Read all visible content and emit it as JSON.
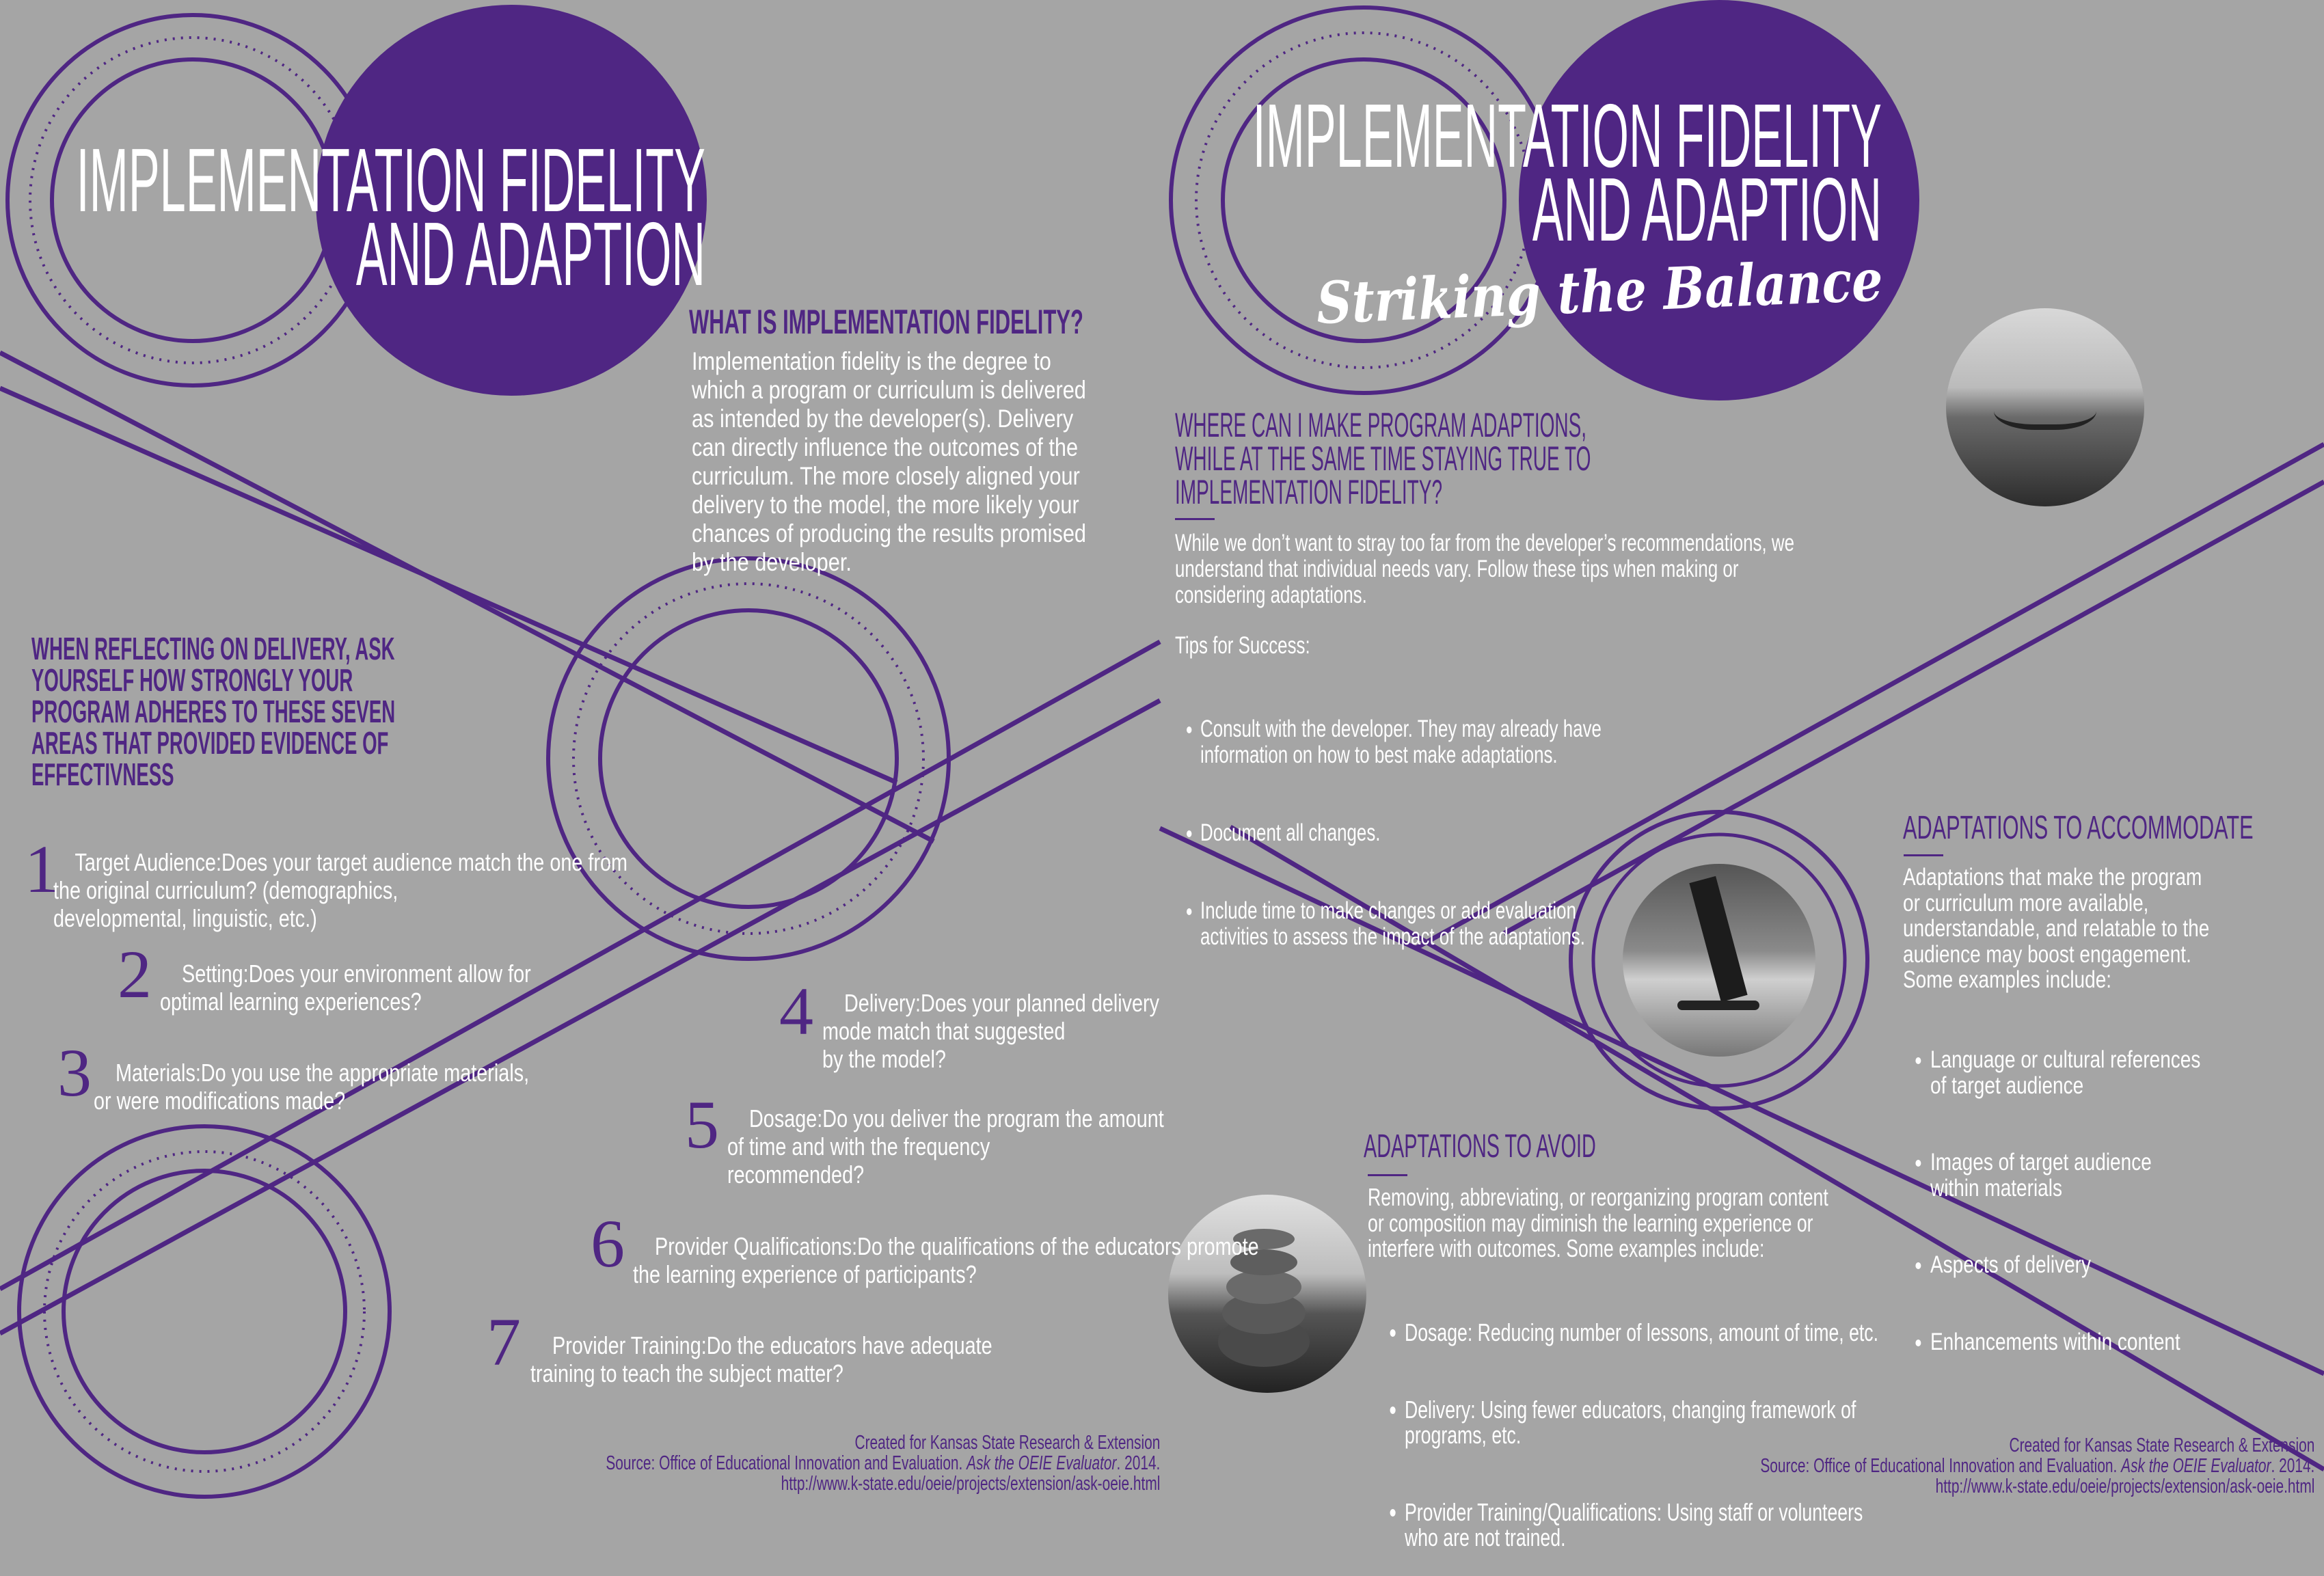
{
  "colors": {
    "background": "#a5a5a5",
    "purple": "#4f2683",
    "text": "#ffffff"
  },
  "left_panel": {
    "title": "IMPLEMENTATION FIDELITY\nAND ADAPTION",
    "what_is": {
      "heading": "WHAT IS IMPLEMENTATION FIDELITY?",
      "body": "Implementation fidelity is the degree to\nwhich a program or curriculum is delivered\nas intended by the developer(s). Delivery\ncan directly influence the outcomes of the\ncurriculum. The more closely aligned your\ndelivery to the model, the more likely your\nchances of producing the results promised\nby the developer."
    },
    "reflect_heading": "WHEN REFLECTING ON DELIVERY, ASK\nYOURSELF HOW STRONGLY YOUR\nPROGRAM ADHERES TO THESE SEVEN\nAREAS THAT PROVIDED EVIDENCE OF\nEFFECTIVNESS",
    "areas": [
      {
        "number": "1",
        "label": "Target Audience:",
        "question": "Does your target audience match the one from\nthe original curriculum? (demographics,\ndevelopmental, linguistic, etc.)"
      },
      {
        "number": "2",
        "label": "Setting:",
        "question": "Does your environment allow for\noptimal learning experiences?"
      },
      {
        "number": "3",
        "label": "Materials:",
        "question": "Do you use the appropriate materials,\nor were modifications made?"
      },
      {
        "number": "4",
        "label": "Delivery:",
        "question": "Does your planned delivery\nmode match that suggested\nby the model?"
      },
      {
        "number": "5",
        "label": "Dosage:",
        "question": "Do you deliver the program the amount\nof time and with the frequency\nrecommended?"
      },
      {
        "number": "6",
        "label": "Provider Qualifications:",
        "question": "Do the qualifications of the educators promote\nthe learning experience of participants?"
      },
      {
        "number": "7",
        "label": "Provider Training:",
        "question": "Do the educators have adequate\ntraining to teach the subject matter?"
      }
    ],
    "footer": {
      "created": "Created for Kansas State Research & Extension",
      "source_prefix": "Source: Office of Educational Innovation and Evaluation. ",
      "source_title": "Ask the OEIE Evaluator",
      "source_suffix": ". 2014.",
      "url": "http://www.k-state.edu/oeie/projects/extension/ask-oeie.html"
    }
  },
  "right_panel": {
    "title": "IMPLEMENTATION FIDELITY\nAND ADAPTION",
    "subtitle": "Striking the Balance",
    "where": {
      "heading": "WHERE CAN I MAKE PROGRAM ADAPTIONS,\nWHILE AT THE SAME TIME STAYING TRUE TO\nIMPLEMENTATION FIDELITY?",
      "body": "While we don’t want to stray too far from the developer’s recommendations, we\nunderstand that individual needs vary. Follow these tips when making or\nconsidering adaptations.",
      "tips_label": "Tips for Success:",
      "tips": [
        "Consult with the developer. They may already have\ninformation on how to best make adaptations.",
        "Document all changes.",
        "Include time to make changes or add evaluation\nactivities to assess the impact of the adaptations."
      ]
    },
    "accommodate": {
      "heading": "ADAPTATIONS TO ACCOMMODATE",
      "body": "Adaptations that make the program\nor curriculum more available,\nunderstandable, and relatable to the\naudience may boost engagement.\nSome examples include:",
      "items": [
        "Language or cultural references\nof target audience",
        "Images of target audience\nwithin materials",
        "Aspects of delivery",
        "Enhancements within content"
      ]
    },
    "avoid": {
      "heading": "ADAPTATIONS TO AVOID",
      "body": "Removing, abbreviating, or reorganizing program content\nor composition may diminish the learning experience or\ninterfere with outcomes. Some examples include:",
      "items": [
        "Dosage: Reducing number of lessons, amount of time, etc.",
        "Delivery: Using fewer educators, changing framework of\nprograms, etc.",
        "Provider Training/Qualifications: Using staff or volunteers\nwho are not trained."
      ]
    },
    "footer": {
      "created": "Created for Kansas State Research & Extension",
      "source_prefix": "Source: Office of Educational Innovation and Evaluation. ",
      "source_title": "Ask the OEIE Evaluator",
      "source_suffix": ". 2014.",
      "url": "http://www.k-state.edu/oeie/projects/extension/ask-oeie.html"
    }
  }
}
